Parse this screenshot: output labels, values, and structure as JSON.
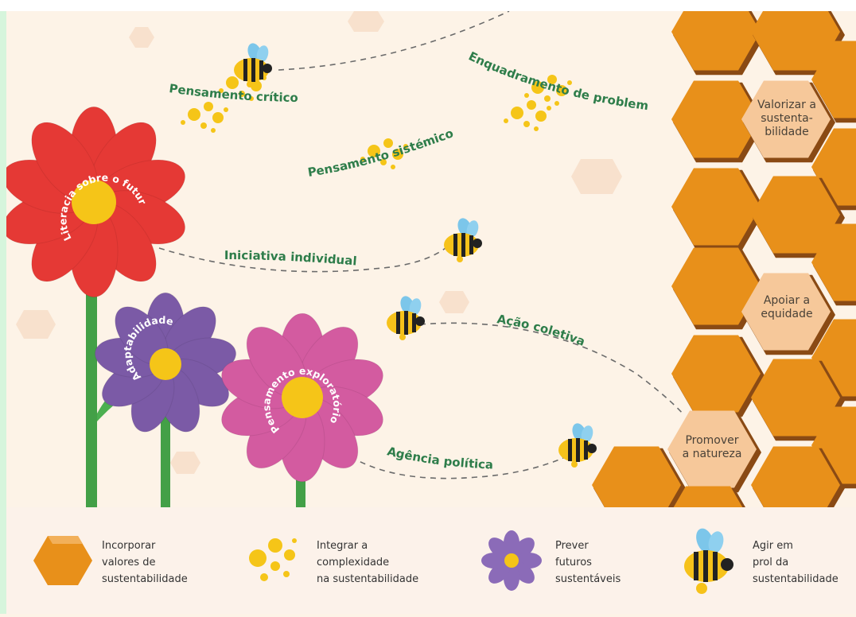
{
  "skills": {
    "pensamento_critico": "Pensamento crítico",
    "enquadramento": "Enquadramento de problemas",
    "pensamento_sistemico": "Pensamento sistémico",
    "iniciativa_individual": "Iniciativa individual",
    "acao_coletiva": "Ação coletiva",
    "agencia_politica": "Agência política"
  },
  "flowers": {
    "red": "Literacia sobre o futuro",
    "purple": "Adaptabilidade",
    "pink": "Pensamento exploratório"
  },
  "hexagons": {
    "valorizar": "Valorizar a\nsustenta-\nbilidade",
    "apoiar": "Apoiar a\nequidade",
    "promover": "Promover\na natureza"
  },
  "legend": {
    "hex": "Incorporar\nvalores de\nsustentabilidade",
    "dots": "Integrar a\ncomplexidade\nna sustentabilidade",
    "flower": "Prever\nfuturos\nsustentáveis",
    "bee": "Agir em\nprol da\nsustentabilidade"
  },
  "colors": {
    "background": "#fdf3e7",
    "honey": "#e8901a",
    "honey_light": "#f6c89a",
    "green_text": "#2e7d4a",
    "red_flower": "#e53935",
    "purple_flower": "#7b5aa6",
    "pink_flower": "#d35ba0"
  }
}
